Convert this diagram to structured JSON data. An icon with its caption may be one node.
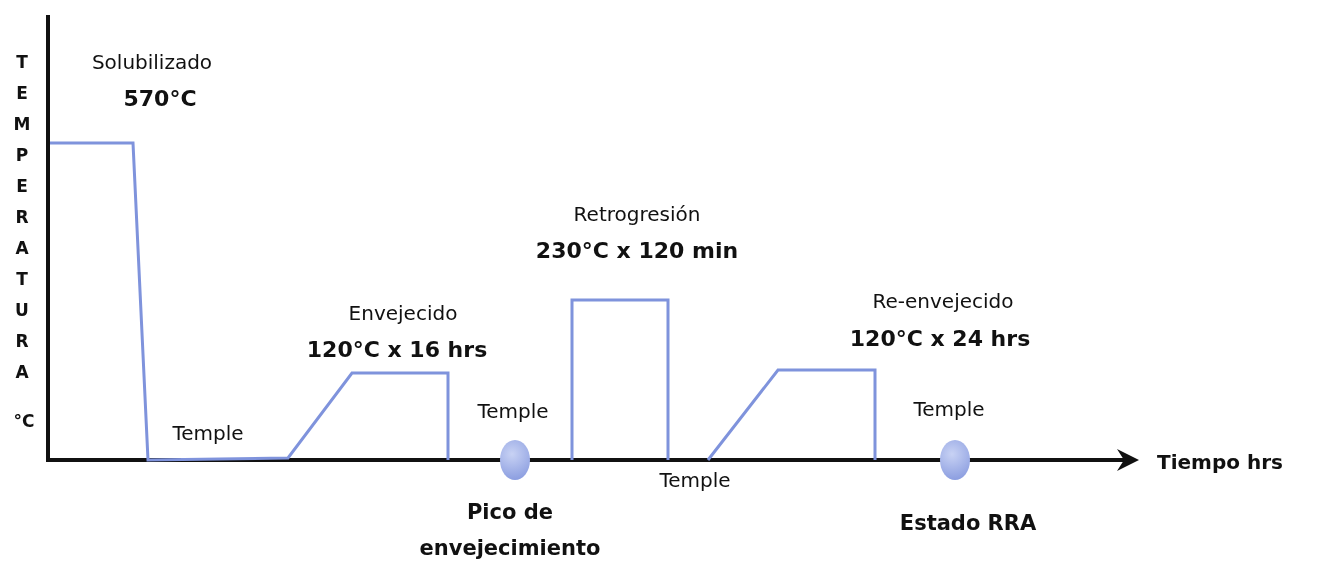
{
  "diagram": {
    "nodes": [
      {
        "text": [],
        "shape": "circle",
        "beside": [
          "Temple",
          "Pico de envejecimiento"
        ]
      },
      {
        "text": [],
        "shape": "circle",
        "beside": [
          "Temple",
          "Estado RRA"
        ]
      }
    ],
    "labels": [
      "TEMPERATURA",
      "Solubilizado",
      "570°C",
      "Retrogresión",
      "230°C x 120 min",
      "Envejecido",
      "120°C x 16 hrs",
      "Re-envejecido",
      "120°C x 24 hrs",
      "°C",
      "Temple",
      "Tiempo hrs",
      "Temple"
    ]
  }
}
